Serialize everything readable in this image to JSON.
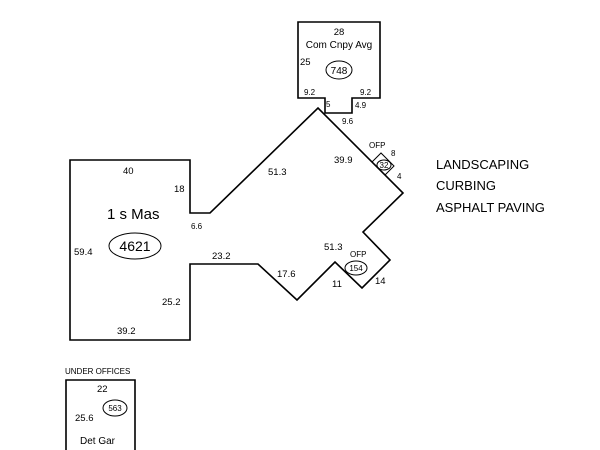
{
  "main": {
    "label": "1 s Mas",
    "area": "4621",
    "dims": {
      "top": "40",
      "left": "59.4",
      "bottom": "39.2",
      "step_left": "25.2",
      "step_bottom": "23.2",
      "notch_v": "18",
      "notch_h": "6.6",
      "diag_upper": "51.3",
      "diag_lower": "17.6",
      "right_upper": "39.9",
      "right_lower": "51.3"
    }
  },
  "canopy": {
    "label": "Com Cnpy Avg",
    "area": "748",
    "dims": {
      "top": "28",
      "left": "25",
      "bottom_left": "9.2",
      "bottom_right": "9.2",
      "stem_left": "5",
      "stem_right": "4.9",
      "stem_bottom": "9.6"
    }
  },
  "ofp_top": {
    "label": "OFP",
    "area": "32",
    "dims": {
      "side_a": "8",
      "side_b": "4"
    }
  },
  "ofp_bottom": {
    "label": "OFP",
    "area": "154",
    "dims": {
      "side_a": "11",
      "side_b": "14"
    }
  },
  "garage": {
    "caption": "UNDER OFFICES",
    "label": "Det Gar",
    "area": "563",
    "dims": {
      "top": "22",
      "left": "25.6"
    }
  },
  "notes": [
    "LANDSCAPING",
    "CURBING",
    "ASPHALT PAVING"
  ]
}
